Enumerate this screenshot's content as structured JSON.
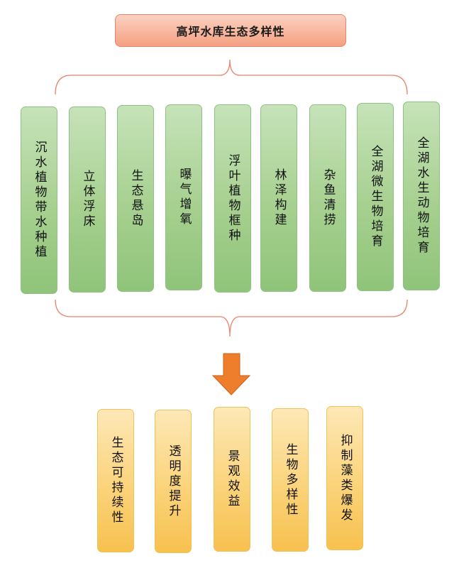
{
  "title": "高坪水库生态多样性",
  "measures": [
    "沉水植物带水种植",
    "立体浮床",
    "生态悬岛",
    "曝气增氧",
    "浮叶植物框种",
    "林泽构建",
    "杂鱼清捞",
    "全湖微生物培育",
    "全湖水生动物培育"
  ],
  "outcomes": [
    "生态可持续性",
    "透明度提升",
    "景观效益",
    "生物多样性",
    "抑制藻类爆发"
  ],
  "colors": {
    "title_fill": "#f4a081",
    "measure_fill": "#a6d08f",
    "outcome_fill": "#fbd37a",
    "bracket_stroke": "#e9826a",
    "arrow_fill": "#ee7d2c"
  }
}
